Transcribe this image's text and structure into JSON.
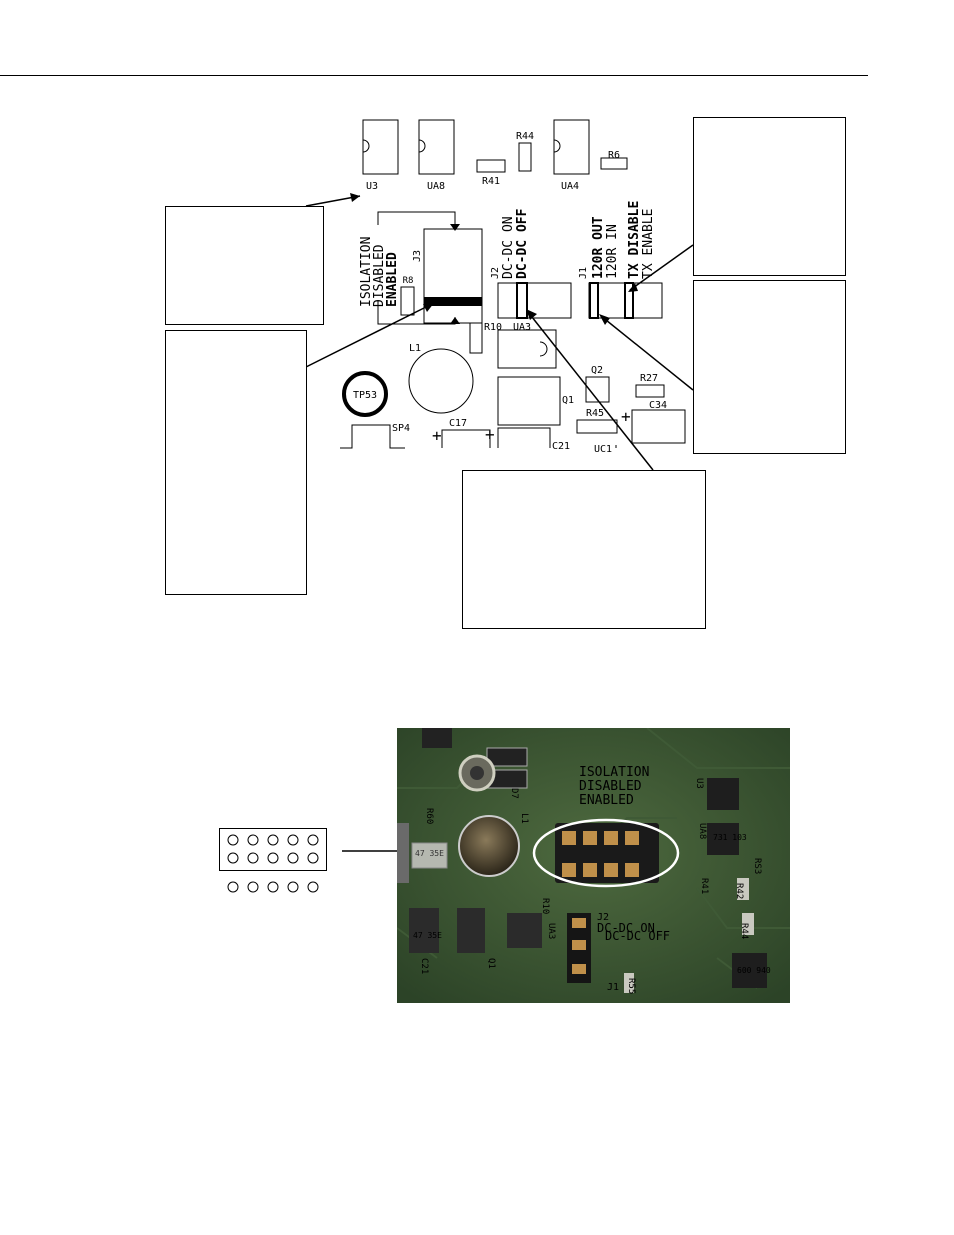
{
  "board": {
    "labels": {
      "u3": "U3",
      "ua8": "UA8",
      "r44": "R44",
      "r41": "R41",
      "ua4": "UA4",
      "r6_top": "R6",
      "j3": "J3",
      "r8": "R8",
      "r10": "R10",
      "ua3": "UA3",
      "l1": "L1",
      "tp53": "TP53",
      "sp4": "SP4",
      "c17": "C17",
      "c21": "C21",
      "q1": "Q1",
      "q2": "Q2",
      "r27": "R27",
      "r45": "R45",
      "c34": "C34",
      "uc1": "UC1",
      "j2": "J2",
      "j1": "J1"
    },
    "isolation": {
      "title": "ISOLATION",
      "disabled": "DISABLED",
      "enabled": "ENABLED"
    },
    "dcdc": {
      "on": "DC-DC ON",
      "off": "DC-DC OFF"
    },
    "term": {
      "out": "120R OUT",
      "in": "120R IN"
    },
    "tx": {
      "disable": "TX DISABLE",
      "enable": "TX ENABLE"
    },
    "plus": "+"
  },
  "photo": {
    "silk": {
      "isolation": "ISOLATION",
      "disabled": "DISABLED",
      "enabled": "ENABLED",
      "j2": "J2",
      "dcdc_on": "DC-DC ON",
      "dcdc_off": "DC-DC OFF",
      "r60": "R60",
      "u3": "U3",
      "ua8": "UA8",
      "r41": "R41",
      "r44": "R44",
      "r10": "R10",
      "ua3": "UA3",
      "c21": "C21",
      "q1": "Q1",
      "r55": "R55",
      "j1": "J1",
      "d7": "D7",
      "l1": "L1",
      "rs3": "RS3",
      "r42": "R42"
    },
    "chip_marks": [
      "731 103",
      "600 940"
    ],
    "cap_marks": [
      "47 35E",
      "47 35E"
    ]
  },
  "colors": {
    "pcb": "#2f4a2a",
    "pcb_light": "#4d6b3e",
    "silk": "#e8e8e0",
    "pin": "#b08040"
  }
}
